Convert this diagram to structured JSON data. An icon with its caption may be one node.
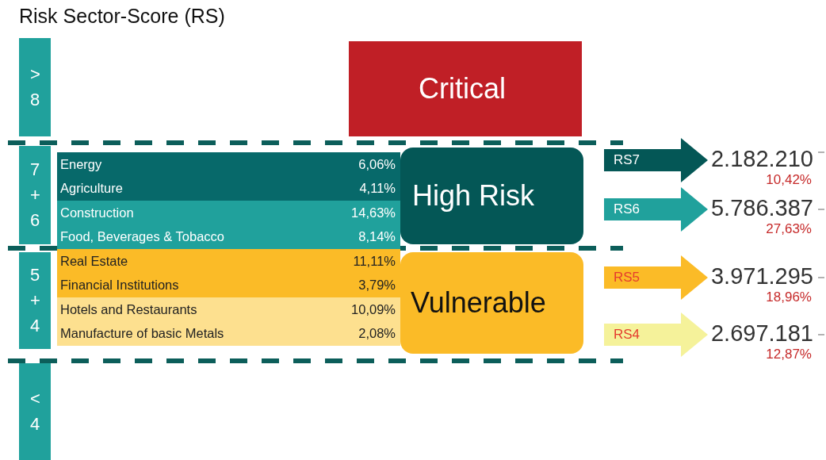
{
  "diagram": {
    "title": "Risk Sector-Score (RS)",
    "nodes": [
      {
        "text": [
          "> 8"
        ]
      },
      {
        "text": [
          "7 + 6"
        ]
      },
      {
        "text": [
          "5 + 4"
        ]
      },
      {
        "text": [
          "< 4"
        ]
      },
      {
        "text": [
          "Critical"
        ]
      },
      {
        "text": [
          "High Risk"
        ]
      },
      {
        "text": [
          "Vulnerable"
        ]
      },
      {
        "text": [
          "Energy",
          "6,06%"
        ]
      },
      {
        "text": [
          "Agriculture",
          "4,11%"
        ]
      },
      {
        "text": [
          "Construction",
          "14,63%"
        ]
      },
      {
        "text": [
          "Food, Beverages & Tobacco",
          "8,14%"
        ]
      },
      {
        "text": [
          "Real Estate",
          "11,11%"
        ]
      },
      {
        "text": [
          "Financial Institutions",
          "3,79%"
        ]
      },
      {
        "text": [
          "Hotels and Restaurants",
          "10,09%"
        ]
      },
      {
        "text": [
          "Manufacture of basic Metals",
          "2,08%"
        ]
      },
      {
        "text": [
          "2.182.210",
          "10,42%"
        ]
      },
      {
        "text": [
          "5.786.387",
          "27,63%"
        ]
      },
      {
        "text": [
          "3.971.295",
          "18,96%"
        ]
      },
      {
        "text": [
          "2.697.181",
          "12,87%"
        ]
      }
    ],
    "edges": [
      {
        "from": null,
        "to": 15,
        "arrow": "to",
        "label": "RS7",
        "style": "thick",
        "color": "#045756"
      },
      {
        "from": null,
        "to": 16,
        "arrow": "to",
        "label": "RS6",
        "style": "thick",
        "color": "#20a19c"
      },
      {
        "from": null,
        "to": 17,
        "arrow": "to",
        "label": "RS5",
        "style": "thick",
        "color": "#fbbb27"
      },
      {
        "from": null,
        "to": 18,
        "arrow": "to",
        "label": "RS4",
        "style": "thick",
        "color": "#f5f29a"
      }
    ]
  }
}
